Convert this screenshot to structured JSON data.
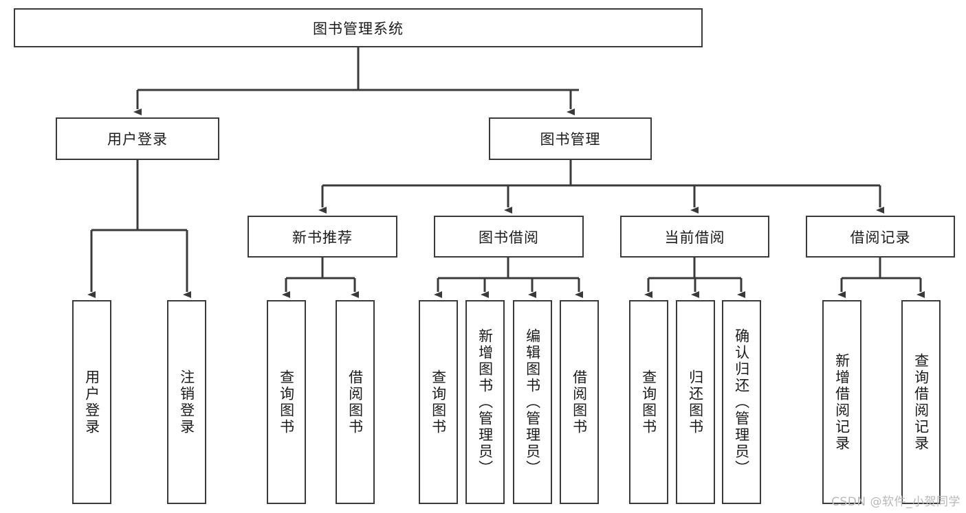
{
  "diagram": {
    "title": "图书管理系统",
    "type": "tree",
    "watermark": "CSDN @软件_小贺同学",
    "colors": {
      "box_border": "#3a3a3a",
      "edge": "#3a3a3a",
      "text": "#1b1b1b",
      "background": "#ffffff",
      "watermark": "#b9b9b9"
    },
    "nodes": {
      "root": {
        "label": "图书管理系统",
        "orientation": "horizontal"
      },
      "level2": [
        {
          "id": "user-login",
          "label": "用户登录",
          "orientation": "horizontal"
        },
        {
          "id": "book-manage",
          "label": "图书管理",
          "orientation": "horizontal"
        }
      ],
      "level3": [
        {
          "id": "new-book-recommend",
          "label": "新书推荐",
          "orientation": "horizontal"
        },
        {
          "id": "book-borrow",
          "label": "图书借阅",
          "orientation": "horizontal"
        },
        {
          "id": "current-borrow",
          "label": "当前借阅",
          "orientation": "horizontal"
        },
        {
          "id": "borrow-record",
          "label": "借阅记录",
          "orientation": "horizontal"
        }
      ],
      "leaves": [
        {
          "id": "leaf-user-login",
          "label": "用户登录",
          "parent": "user-login",
          "orientation": "vertical"
        },
        {
          "id": "leaf-user-logout",
          "label": "注销登录",
          "parent": "user-login",
          "orientation": "vertical"
        },
        {
          "id": "leaf-query-book-1",
          "label": "查询图书",
          "parent": "new-book-recommend",
          "orientation": "vertical"
        },
        {
          "id": "leaf-borrow-book-1",
          "label": "借阅图书",
          "parent": "new-book-recommend",
          "orientation": "vertical"
        },
        {
          "id": "leaf-query-book-2",
          "label": "查询图书",
          "parent": "book-borrow",
          "orientation": "vertical"
        },
        {
          "id": "leaf-add-book",
          "label": "新增图书（管理员）",
          "parent": "book-borrow",
          "orientation": "vertical"
        },
        {
          "id": "leaf-edit-book",
          "label": "编辑图书（管理员）",
          "parent": "book-borrow",
          "orientation": "vertical"
        },
        {
          "id": "leaf-borrow-book-2",
          "label": "借阅图书",
          "parent": "book-borrow",
          "orientation": "vertical"
        },
        {
          "id": "leaf-query-book-3",
          "label": "查询图书",
          "parent": "current-borrow",
          "orientation": "vertical"
        },
        {
          "id": "leaf-return-book",
          "label": "归还图书",
          "parent": "current-borrow",
          "orientation": "vertical"
        },
        {
          "id": "leaf-confirm-return",
          "label": "确认归还（管理员）",
          "parent": "current-borrow",
          "orientation": "vertical"
        },
        {
          "id": "leaf-add-record",
          "label": "新增借阅记录",
          "parent": "borrow-record",
          "orientation": "vertical"
        },
        {
          "id": "leaf-query-record",
          "label": "查询借阅记录",
          "parent": "borrow-record",
          "orientation": "vertical"
        }
      ]
    }
  }
}
